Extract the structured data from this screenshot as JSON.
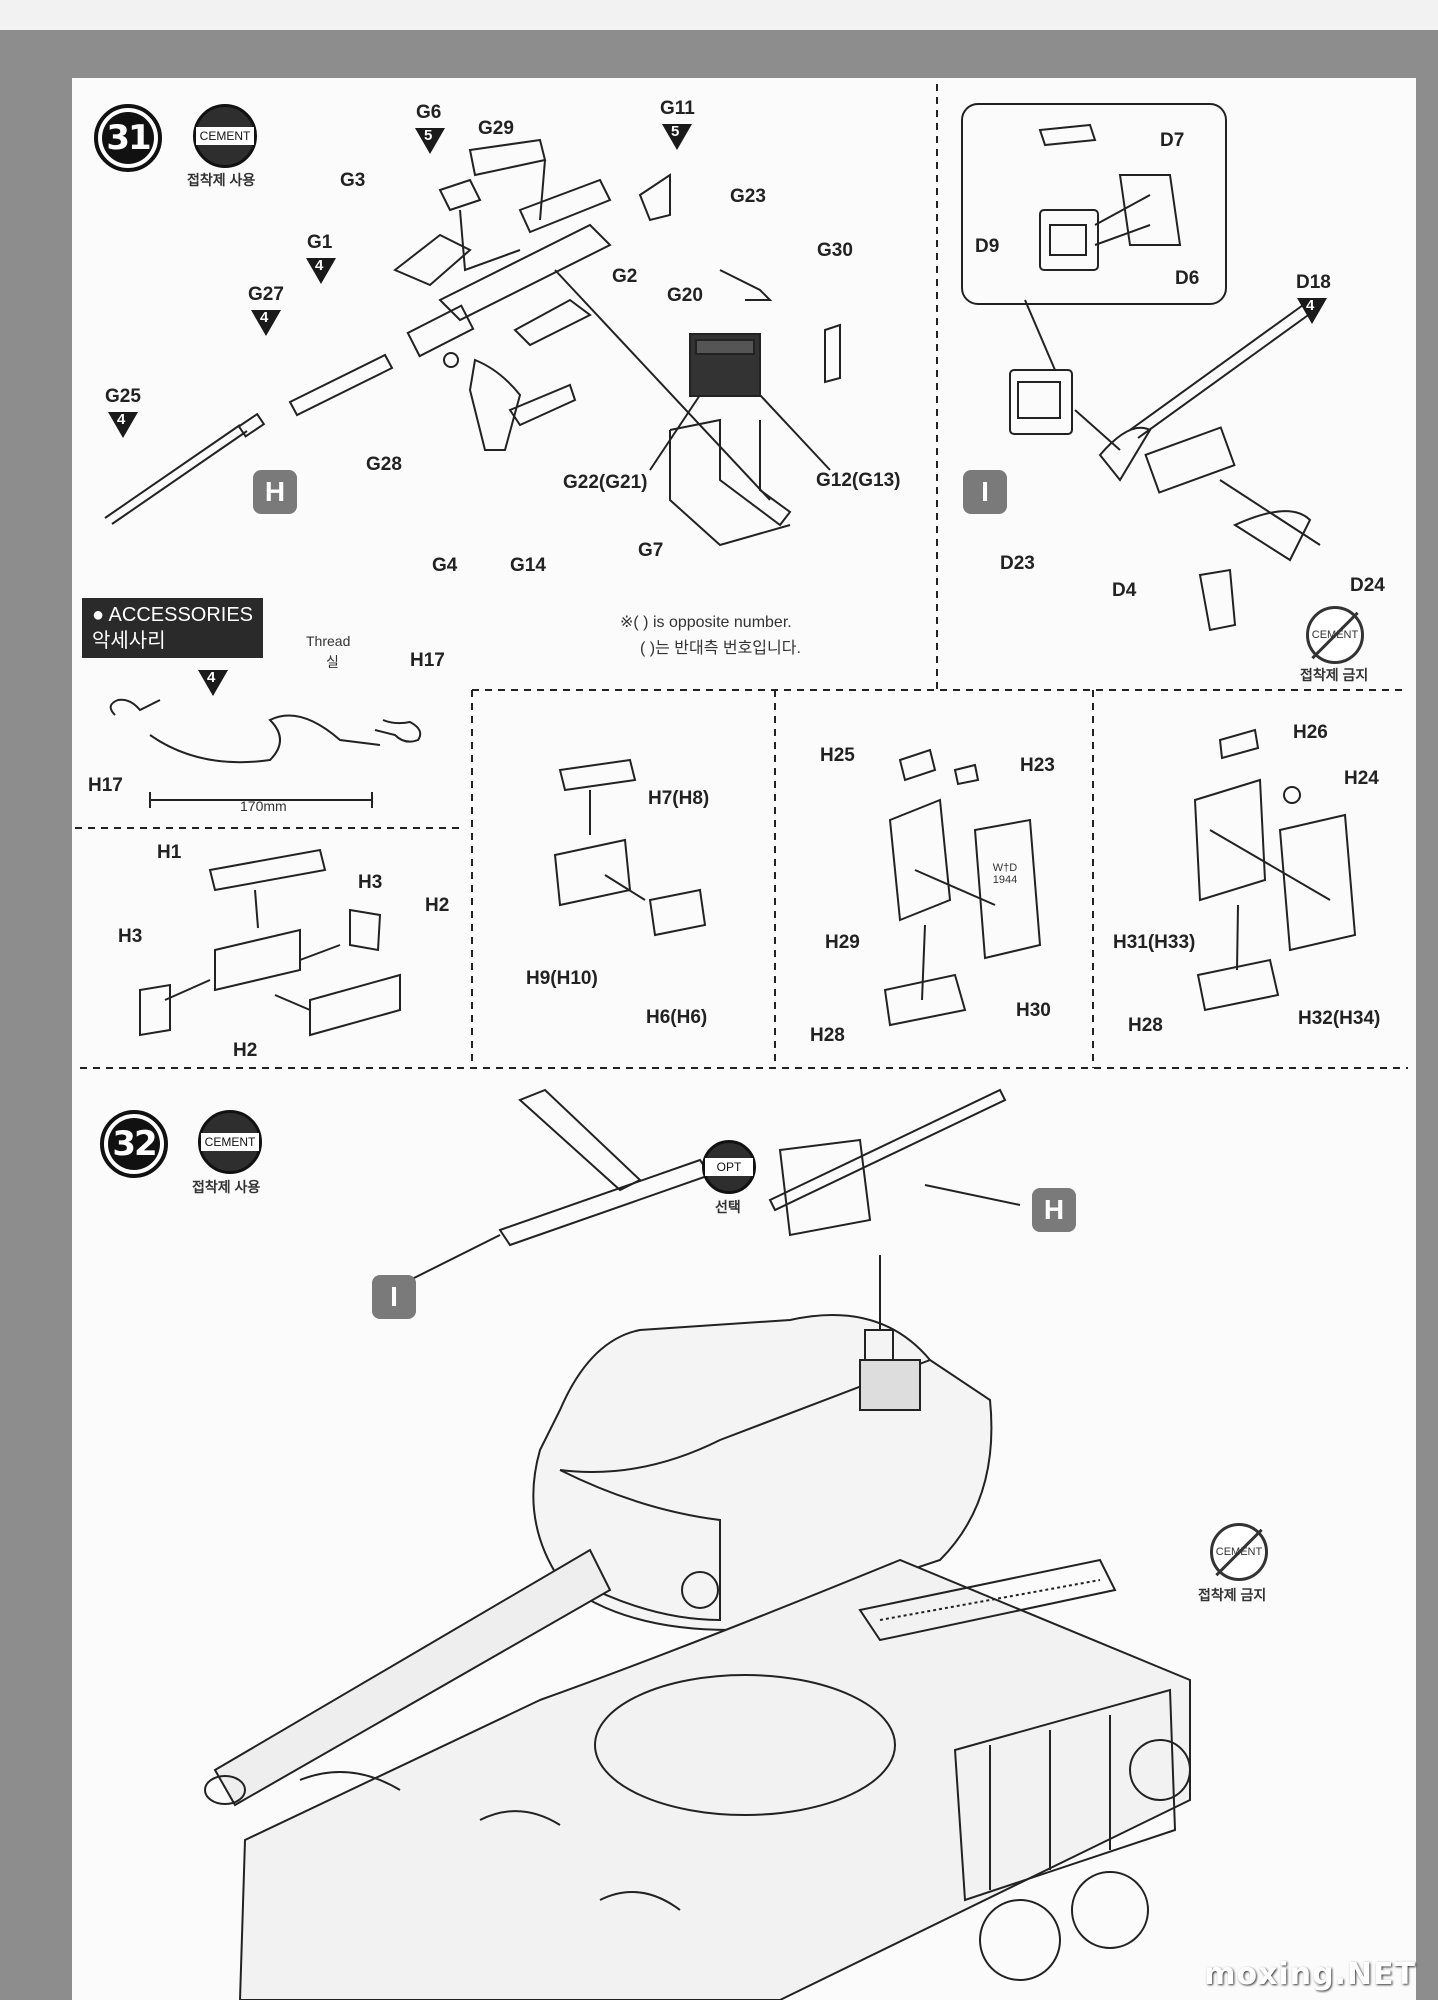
{
  "steps": {
    "s31": "31",
    "s32": "32"
  },
  "cement": {
    "label": "CEMENT",
    "use": "접착제 사용",
    "forbid": "접착제 금지"
  },
  "opt": {
    "label": "OPT",
    "sub": "선택"
  },
  "step31_labels": [
    "G6",
    "G29",
    "G11",
    "G3",
    "G23",
    "G1",
    "G2",
    "G30",
    "G27",
    "G20",
    "G25",
    "G28",
    "G22(G21)",
    "G12(G13)",
    "G4",
    "G14",
    "G7"
  ],
  "step31_tri": {
    "g6": "5",
    "g11": "5",
    "g1": "4",
    "g27": "4",
    "g25": "4"
  },
  "letters": {
    "h": "H",
    "i": "I"
  },
  "i_labels": [
    "D7",
    "D9",
    "D6",
    "D18",
    "D23",
    "D24",
    "D4"
  ],
  "i_tri": "4",
  "note": {
    "line1": "※( ) is opposite number.",
    "line2": "( )는 반대측 번호입니다."
  },
  "accessories": {
    "title": "● ACCESSORIES",
    "sub": "악세사리",
    "thread": "Thread",
    "thread_kr": "실",
    "tri": "4",
    "length": "170mm",
    "h17a": "H17",
    "h17b": "H17"
  },
  "h1_labels": [
    "H1",
    "H3",
    "H2",
    "H3",
    "H2"
  ],
  "h7_labels": [
    "H7(H8)",
    "H9(H10)",
    "H6(H6)"
  ],
  "h25_labels": [
    "H25",
    "H23",
    "H29",
    "H30",
    "H28"
  ],
  "h26_labels": [
    "H26",
    "H24",
    "H31(H33)",
    "H28",
    "H32(H34)"
  ],
  "jerrycan_text": "W†D 1944",
  "watermark": "moxing.NET"
}
